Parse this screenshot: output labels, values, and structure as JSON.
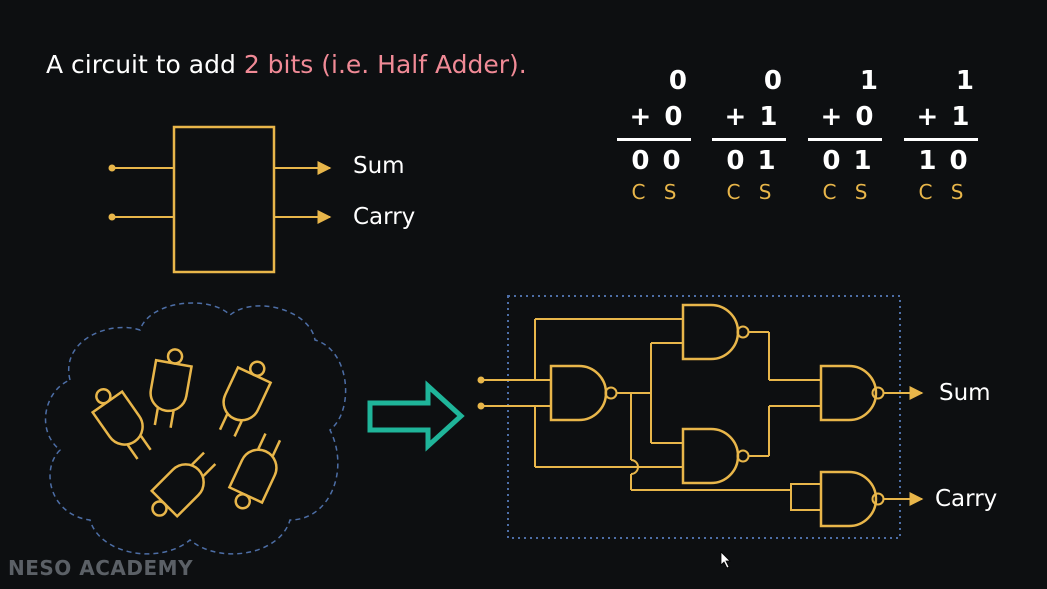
{
  "title": {
    "prefix": "A circuit to add",
    "highlight": "2 bits (i.e. Half Adder)."
  },
  "block": {
    "output_sum": "Sum",
    "output_carry": "Carry"
  },
  "examples": [
    {
      "a": "0",
      "b": "+ 0",
      "result": "0 0",
      "cs": "C S"
    },
    {
      "a": "0",
      "b": "+ 1",
      "result": "0 1",
      "cs": "C S"
    },
    {
      "a": "1",
      "b": "+ 0",
      "result": "0 1",
      "cs": "C S"
    },
    {
      "a": "1",
      "b": "+ 1",
      "result": "1 0",
      "cs": "C S"
    }
  ],
  "circuit": {
    "output_sum": "Sum",
    "output_carry": "Carry"
  },
  "watermark": "NESO ACADEMY",
  "colors": {
    "background": "#0d0f11",
    "wire": "#e8b64a",
    "text": "#ffffff",
    "highlight": "#f08a96",
    "arrow": "#1fb59a",
    "dashed": "#4d6ea6",
    "watermark": "#5b6066"
  },
  "icons": [
    "arrow-right-icon",
    "nand-gate-icon",
    "cursor-icon"
  ]
}
